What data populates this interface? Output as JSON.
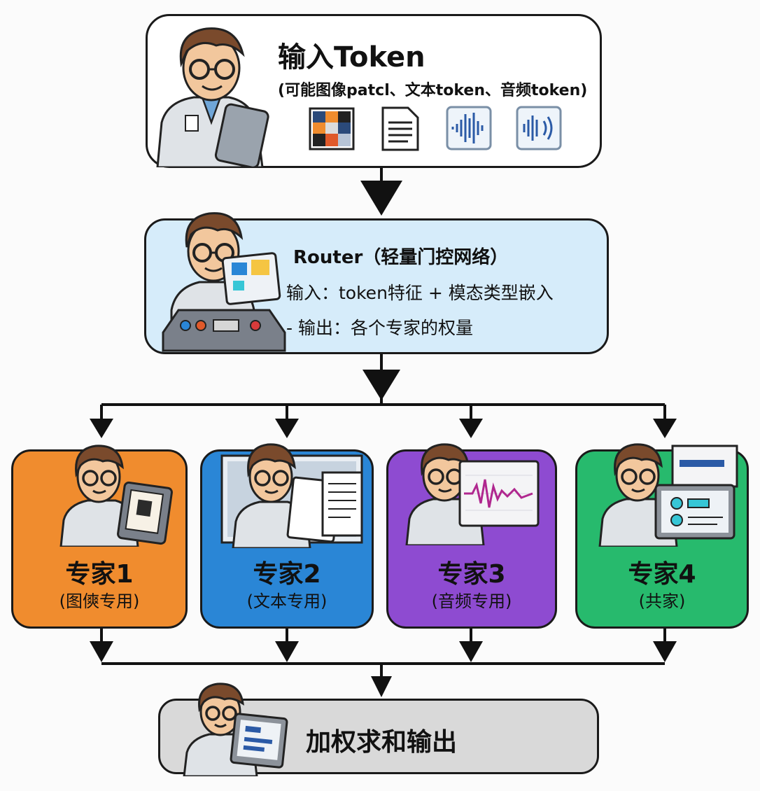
{
  "input": {
    "title": "输入Token",
    "subtitle": "(可能图像patcl、文本token、音频token)",
    "icons": [
      "image-patch-icon",
      "document-icon",
      "audio-waveform-icon",
      "audio-speaker-icon"
    ]
  },
  "router": {
    "title": "Router（轻量门控网络）",
    "line1": "输入：token特征 + 模态类型嵌入",
    "line2": "-  输出：各个专家的权量"
  },
  "experts": [
    {
      "name": "专家1",
      "sub": "(图傸专用)",
      "color": "#f08c2e"
    },
    {
      "name": "专家2",
      "sub": "(文本专用)",
      "color": "#2a86d6"
    },
    {
      "name": "专家3",
      "sub": "(音频专用)",
      "color": "#8e4bd1"
    },
    {
      "name": "专家4",
      "sub": "(共家)",
      "color": "#27ba6d"
    }
  ],
  "output": {
    "label": "加权求和输出"
  },
  "colors": {
    "router_fill": "#d6ecfa",
    "output_fill": "#d9d9d9",
    "stroke": "#1a1a1a"
  }
}
